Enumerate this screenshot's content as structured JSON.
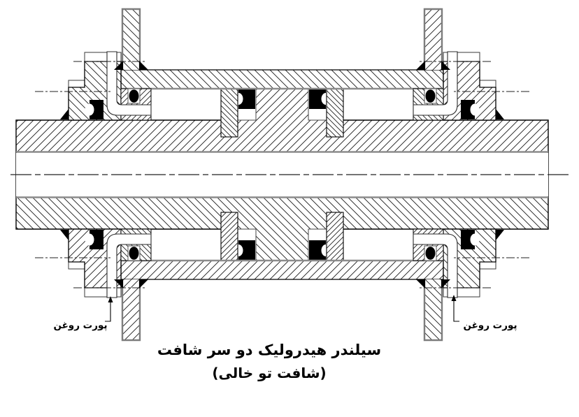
{
  "diagram": {
    "caption_line1": "سیلندر هیدرولیک دو سر شافت",
    "caption_line2": "(شافت تو خالی)",
    "port_label_left": "پورت روغن",
    "port_label_right": "پورت روغن",
    "colors": {
      "ink": "#000000",
      "seal_fill": "#000000",
      "soft_line_gray": "#8c8c8c",
      "background": "#ffffff"
    }
  }
}
